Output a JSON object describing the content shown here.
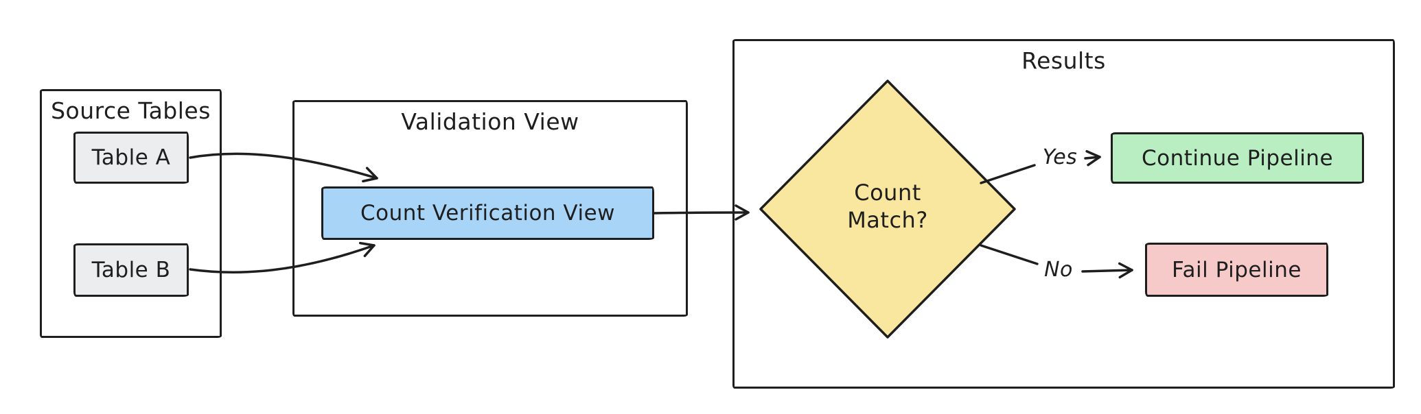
{
  "diagram": {
    "colors": {
      "stroke": "#1e1e1e",
      "background": "#ffffff",
      "table_fill": "#ebedef",
      "view_fill": "#a8d5f7",
      "decision_fill": "#f9e79f",
      "success_fill": "#b9eec3",
      "failure_fill": "#f7caca"
    },
    "groups": {
      "source_tables": {
        "title": "Source Tables"
      },
      "validation_view": {
        "title": "Validation View"
      },
      "results": {
        "title": "Results"
      }
    },
    "nodes": {
      "table_a": {
        "label": "Table A"
      },
      "table_b": {
        "label": "Table B"
      },
      "count_verification_view": {
        "label": "Count Verification View"
      },
      "count_match": {
        "line1": "Count",
        "line2": "Match?"
      },
      "continue_pipeline": {
        "label": "Continue Pipeline"
      },
      "fail_pipeline": {
        "label": "Fail Pipeline"
      }
    },
    "edges": {
      "yes_label": "Yes",
      "no_label": "No"
    }
  }
}
